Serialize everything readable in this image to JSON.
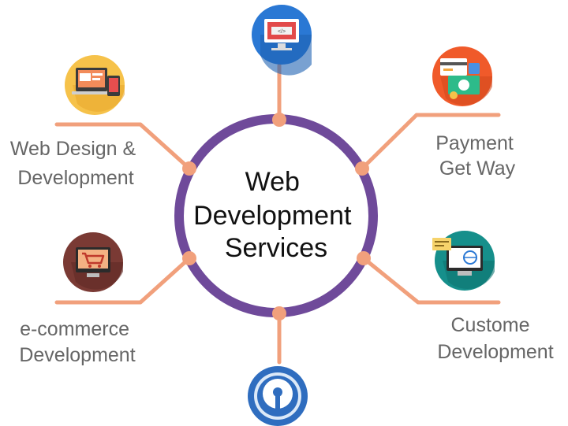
{
  "center": {
    "lines": [
      "Web",
      "Development",
      "Services"
    ]
  },
  "colors": {
    "ring": "#6f4a9a",
    "connector": "#f1a07c",
    "label": "#666666",
    "center_text": "#111111"
  },
  "nodes": [
    {
      "key": "web-design",
      "lines": [
        "Web Design &",
        "Development"
      ],
      "icon": "web-design-devices-icon",
      "icon_bg": "#f6c24a"
    },
    {
      "key": "payment",
      "lines": [
        "Payment",
        "Get Way"
      ],
      "icon": "payment-card-cash-icon",
      "icon_bg": "#f05a2a"
    },
    {
      "key": "ecommerce",
      "lines": [
        "e-commerce",
        "Development"
      ],
      "icon": "ecommerce-cart-icon",
      "icon_bg": "#7a3a34"
    },
    {
      "key": "custom",
      "lines": [
        "Custome",
        "Development"
      ],
      "icon": "custom-development-monitor-icon",
      "icon_bg": "#168f8b"
    },
    {
      "key": "top",
      "lines": [],
      "icon": "web-monitor-code-icon",
      "icon_bg": "#2a78d4"
    },
    {
      "key": "bottom",
      "lines": [],
      "icon": "secure-lock-icon",
      "icon_bg": "#2f6dbf"
    }
  ]
}
